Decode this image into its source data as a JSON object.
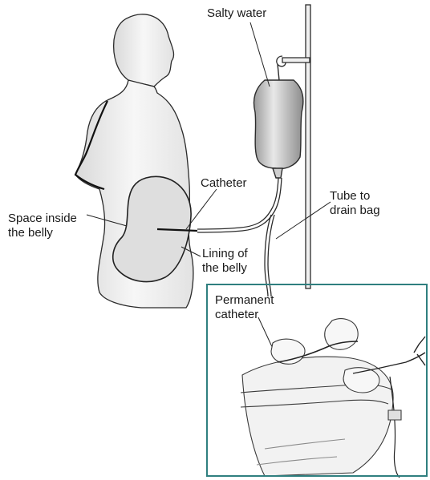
{
  "labels": {
    "salty_water": "Salty water",
    "catheter": "Catheter",
    "tube_to_drain_bag": "Tube to\ndrain bag",
    "space_inside_belly": "Space inside\nthe belly",
    "lining_of_belly": "Lining of\nthe belly",
    "permanent_catheter": "Permanent\ncatheter"
  },
  "colors": {
    "line": "#2b2b2b",
    "shade": "#e6e6e6",
    "bag_fill": "#cfcfcf",
    "inset_border": "#2f7f7f"
  }
}
